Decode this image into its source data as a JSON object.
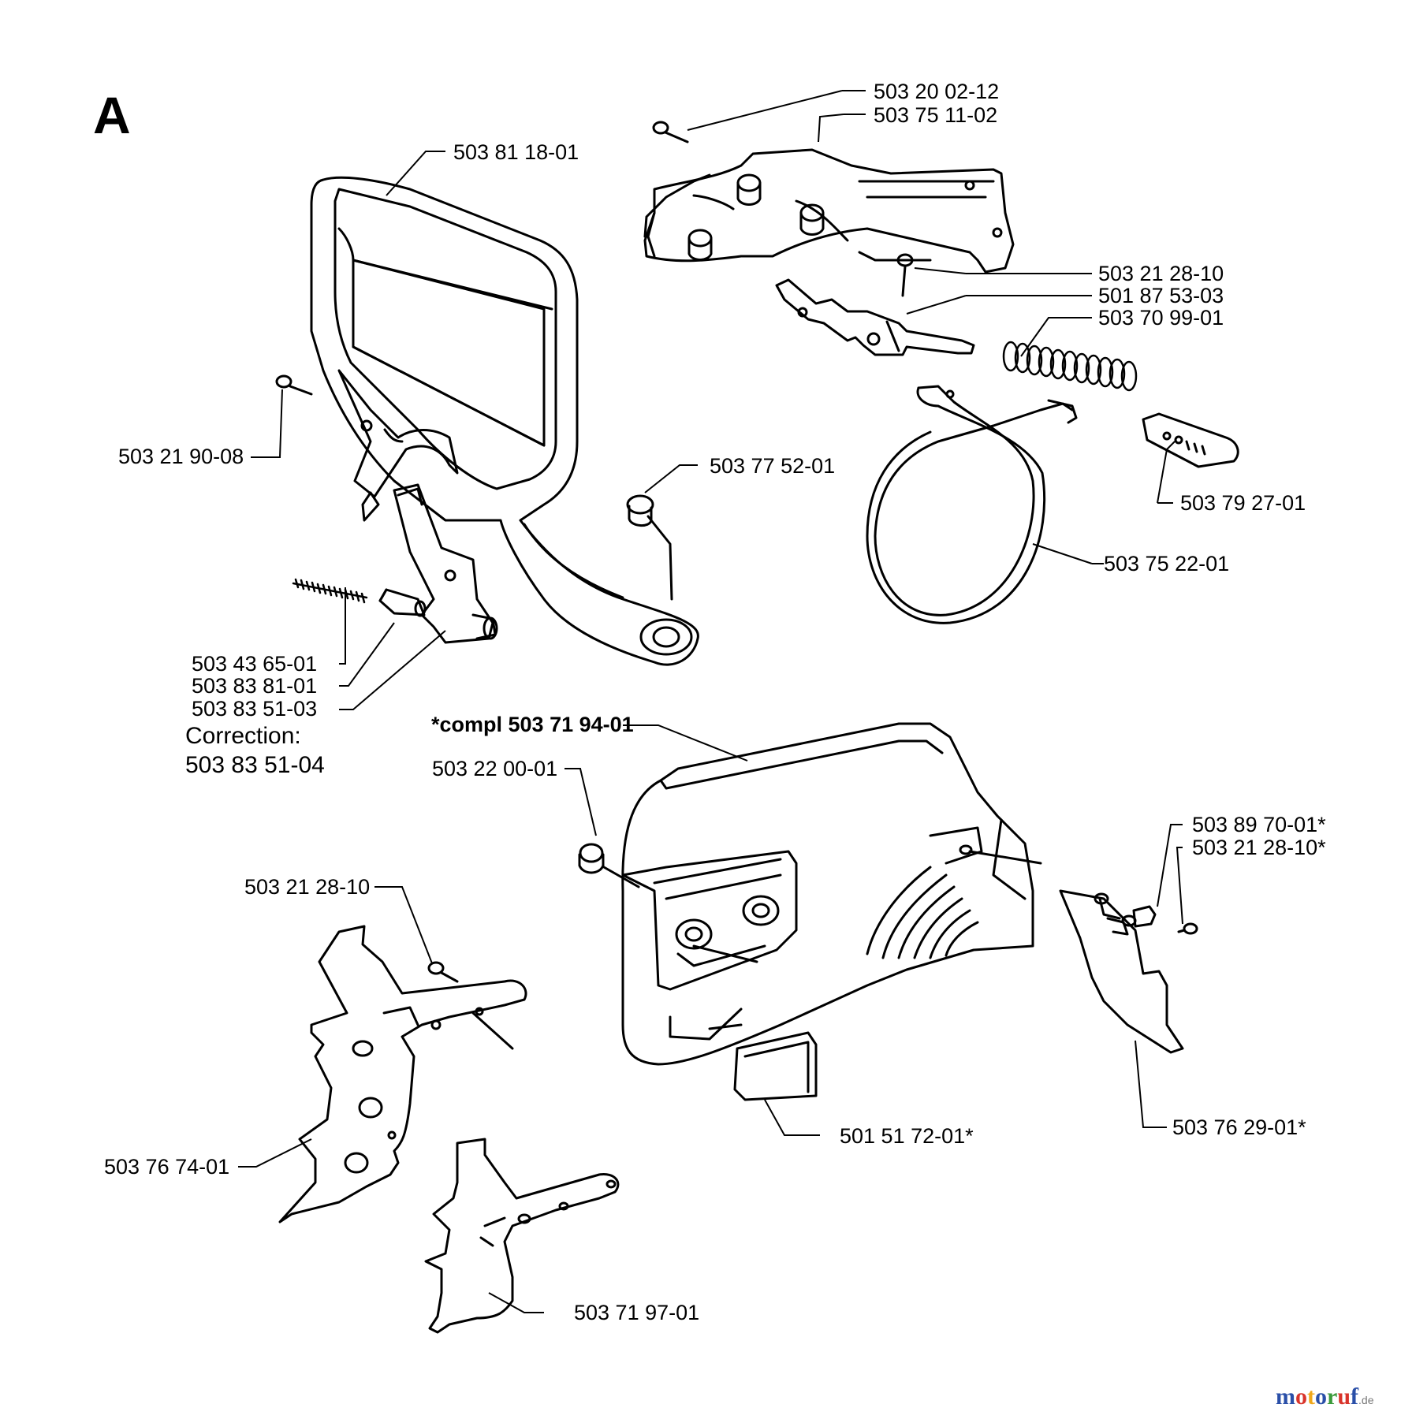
{
  "section_letter": "A",
  "labels": {
    "p_503200212": "503 20 02-12",
    "p_503751102": "503 75 11-02",
    "p_503811801": "503 81 18-01",
    "p_503212810_top": "503 21 28-10",
    "p_501875303": "501 87 53-03",
    "p_503709901": "503 70 99-01",
    "p_503219008": "503 21 90-08",
    "p_503775201": "503 77 52-01",
    "p_503792701": "503 79 27-01",
    "p_503752201": "503 75 22-01",
    "p_503436501": "503 43 65-01",
    "p_503838101": "503 83 81-01",
    "p_503835103": "503 83 51-03",
    "compl": "*compl 503 71 94-01",
    "p_503220001": "503 22 00-01",
    "p_503897001": "503 89 70-01*",
    "p_503212810_right": "503 21 28-10*",
    "p_503212810_left": "503 21 28-10",
    "p_503767401": "503 76 74-01",
    "p_501517201": "501 51 72-01*",
    "p_503762901": "503 76 29-01*",
    "p_503719701": "503 71 97-01"
  },
  "correction": {
    "title": "Correction:",
    "value": "503 83 51-04"
  },
  "watermark": {
    "letters": [
      "m",
      "o",
      "t",
      "o",
      "r",
      "u",
      "f"
    ],
    "colors": [
      "#2a4fa8",
      "#d9342b",
      "#f0a81b",
      "#2a4fa8",
      "#3a9a3a",
      "#d9342b",
      "#2a4fa8"
    ],
    "suffix": ".de"
  }
}
